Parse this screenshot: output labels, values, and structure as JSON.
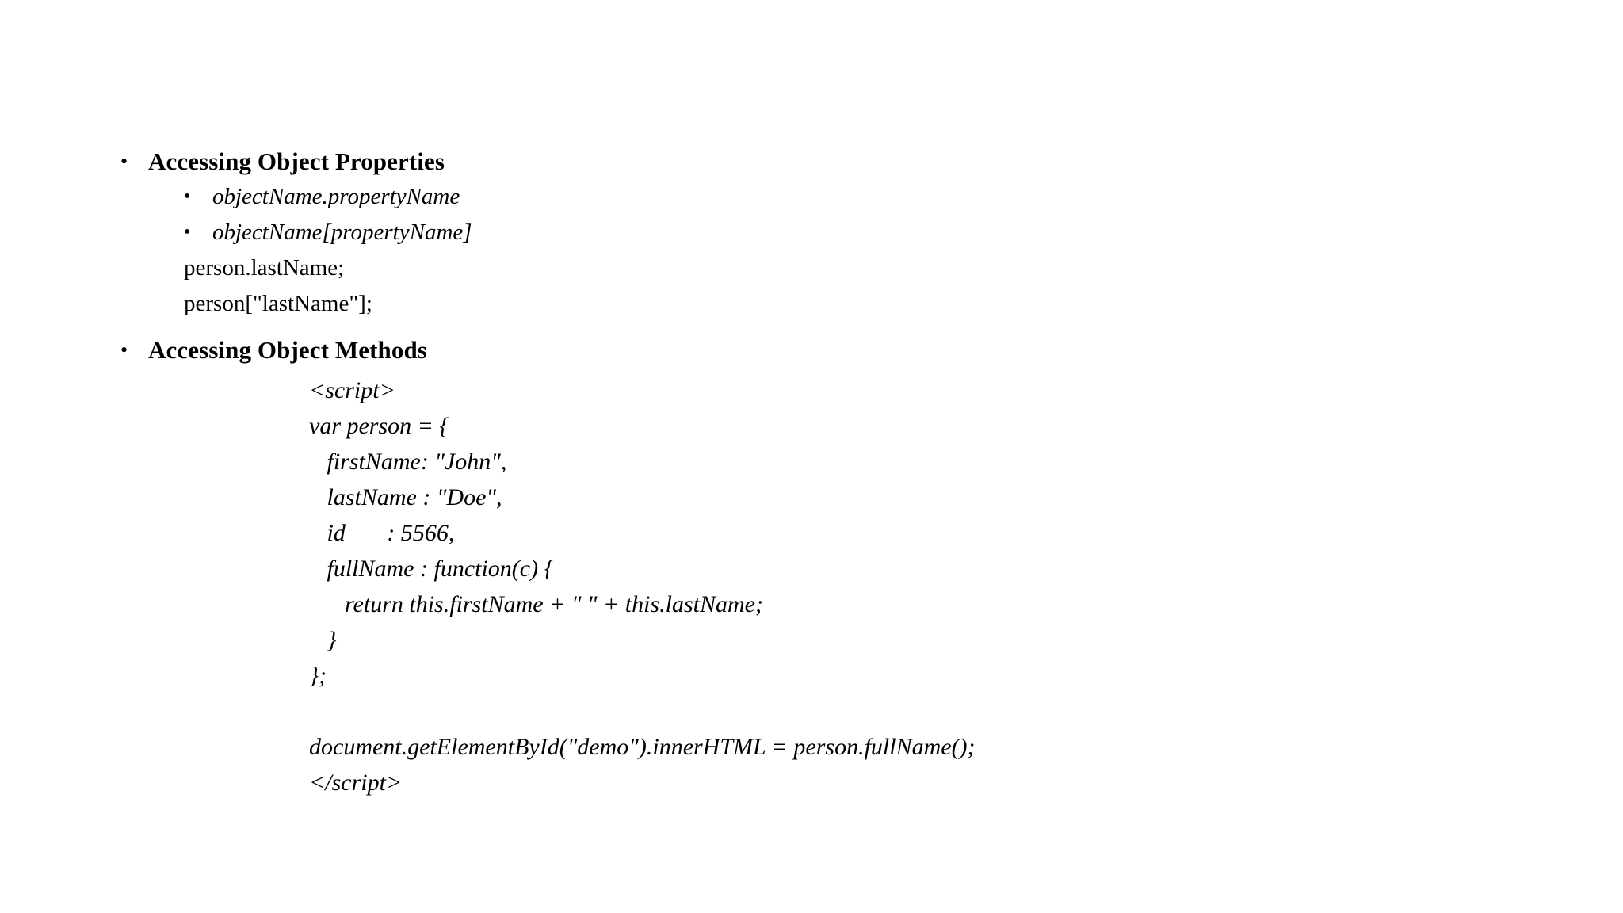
{
  "slide": {
    "background_color": "#ffffff",
    "text_color": "#000000",
    "bullet_glyph": "•"
  },
  "sections": [
    {
      "heading": "Accessing Object Properties",
      "sub_bullets": [
        "objectName.propertyName",
        "objectName[propertyName]"
      ],
      "plain_lines": [
        "person.lastName;",
        "person[\"lastName\"];"
      ]
    },
    {
      "heading": "Accessing Object Methods",
      "code_lines": [
        "<script>",
        "var person = {",
        "   firstName: \"John\",",
        "   lastName : \"Doe\",",
        "   id       : 5566,",
        "   fullName : function(c) {",
        "      return this.firstName + \" \" + this.lastName;",
        "   }",
        "};",
        "",
        "document.getElementById(\"demo\").innerHTML = person.fullName();",
        "</script>"
      ]
    }
  ]
}
